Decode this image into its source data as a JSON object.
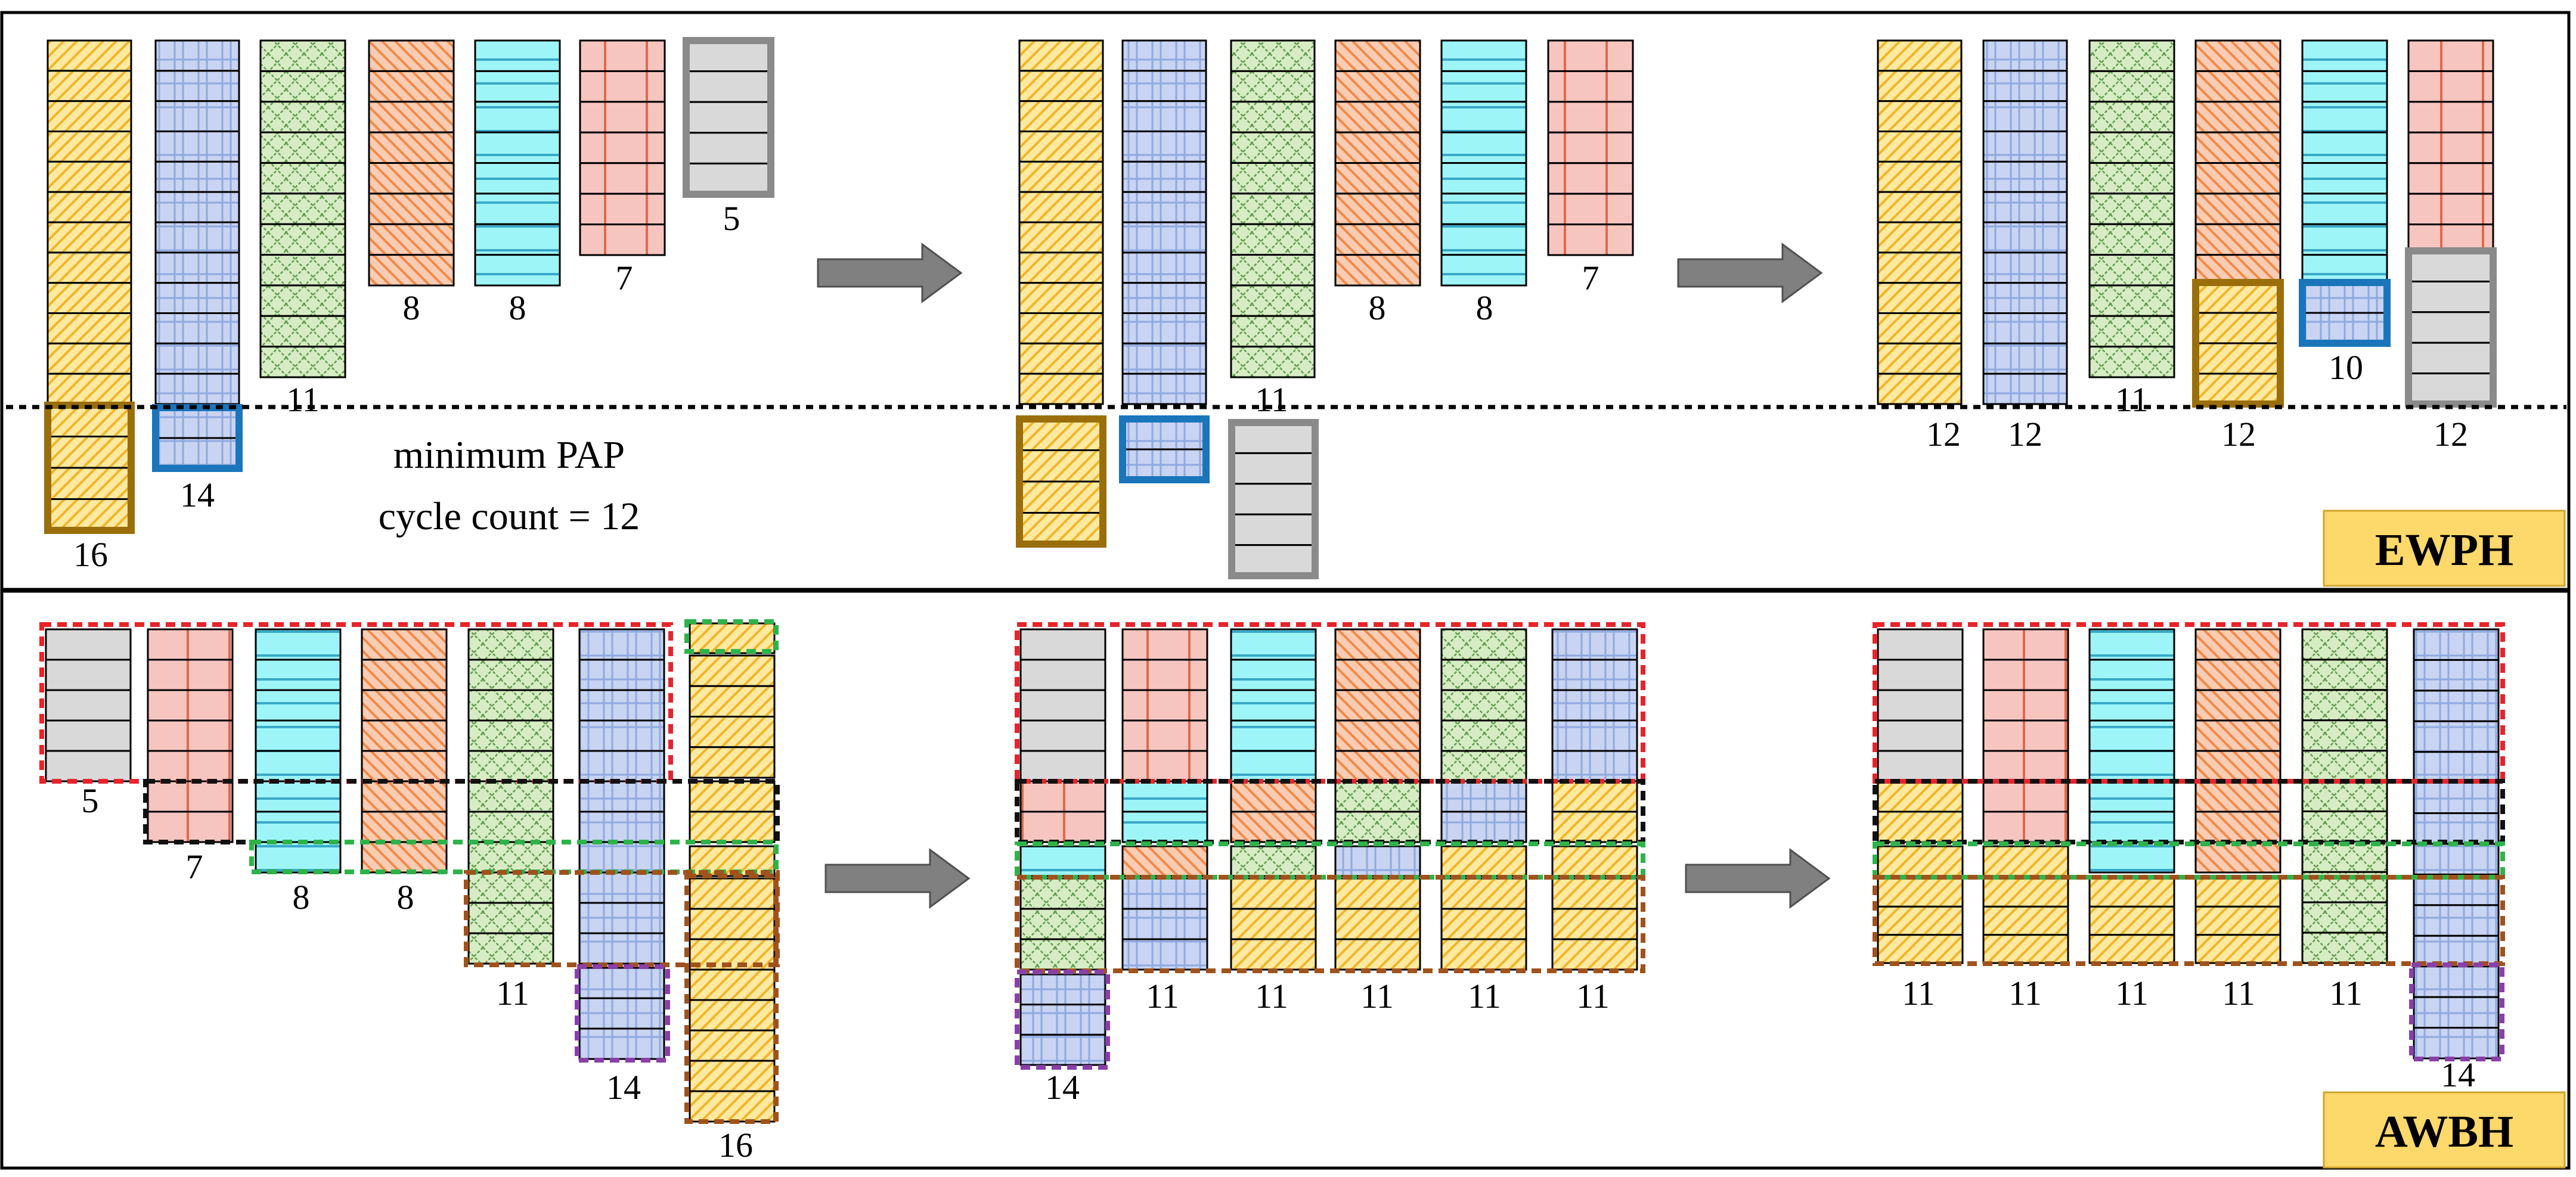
{
  "colors": {
    "yellow": "#fde9a0",
    "yellow_hatch": "#f1b52a",
    "blue": "#c8d4f1",
    "blue_hatch": "#8fa9e0",
    "green": "#d7ecc4",
    "green_hatch": "#5f9e4c",
    "salmon": "#f9ccb3",
    "salmon_hatch": "#f08a48",
    "cyan": "#9ef5f7",
    "cyan_hatch": "#38a9c8",
    "pink": "#f7c5c0",
    "pink_hatch": "#e2684c",
    "gray": "#d9d9d9",
    "gray_border": "#8a8a8a",
    "brown_border": "#9a6e0a",
    "blue_border": "#1a75bb",
    "label_bg": "#fdd86a",
    "group_red": "#e8232a",
    "group_black": "#111111",
    "group_green": "#2eb34a",
    "group_brown": "#a0521c",
    "group_purple": "#8a3fa8"
  },
  "ewph": {
    "label": "EWPH",
    "note_line1": "minimum PAP",
    "note_line2": "cycle count = 12",
    "stage1": {
      "counts": [
        "16",
        "14",
        "11",
        "8",
        "8",
        "7",
        "5"
      ]
    },
    "stage2": {
      "counts": [
        "11",
        "8",
        "8",
        "7"
      ]
    },
    "stage3": {
      "counts": [
        "12",
        "12",
        "11",
        "12",
        "10",
        "12"
      ]
    }
  },
  "awbh": {
    "label": "AWBH",
    "stage1": {
      "counts": [
        "5",
        "7",
        "8",
        "8",
        "11",
        "14",
        "16"
      ]
    },
    "stage2": {
      "counts": [
        "14",
        "11",
        "11",
        "11",
        "11",
        "11"
      ]
    },
    "stage3": {
      "counts": [
        "11",
        "11",
        "11",
        "11",
        "11",
        "14"
      ]
    }
  }
}
